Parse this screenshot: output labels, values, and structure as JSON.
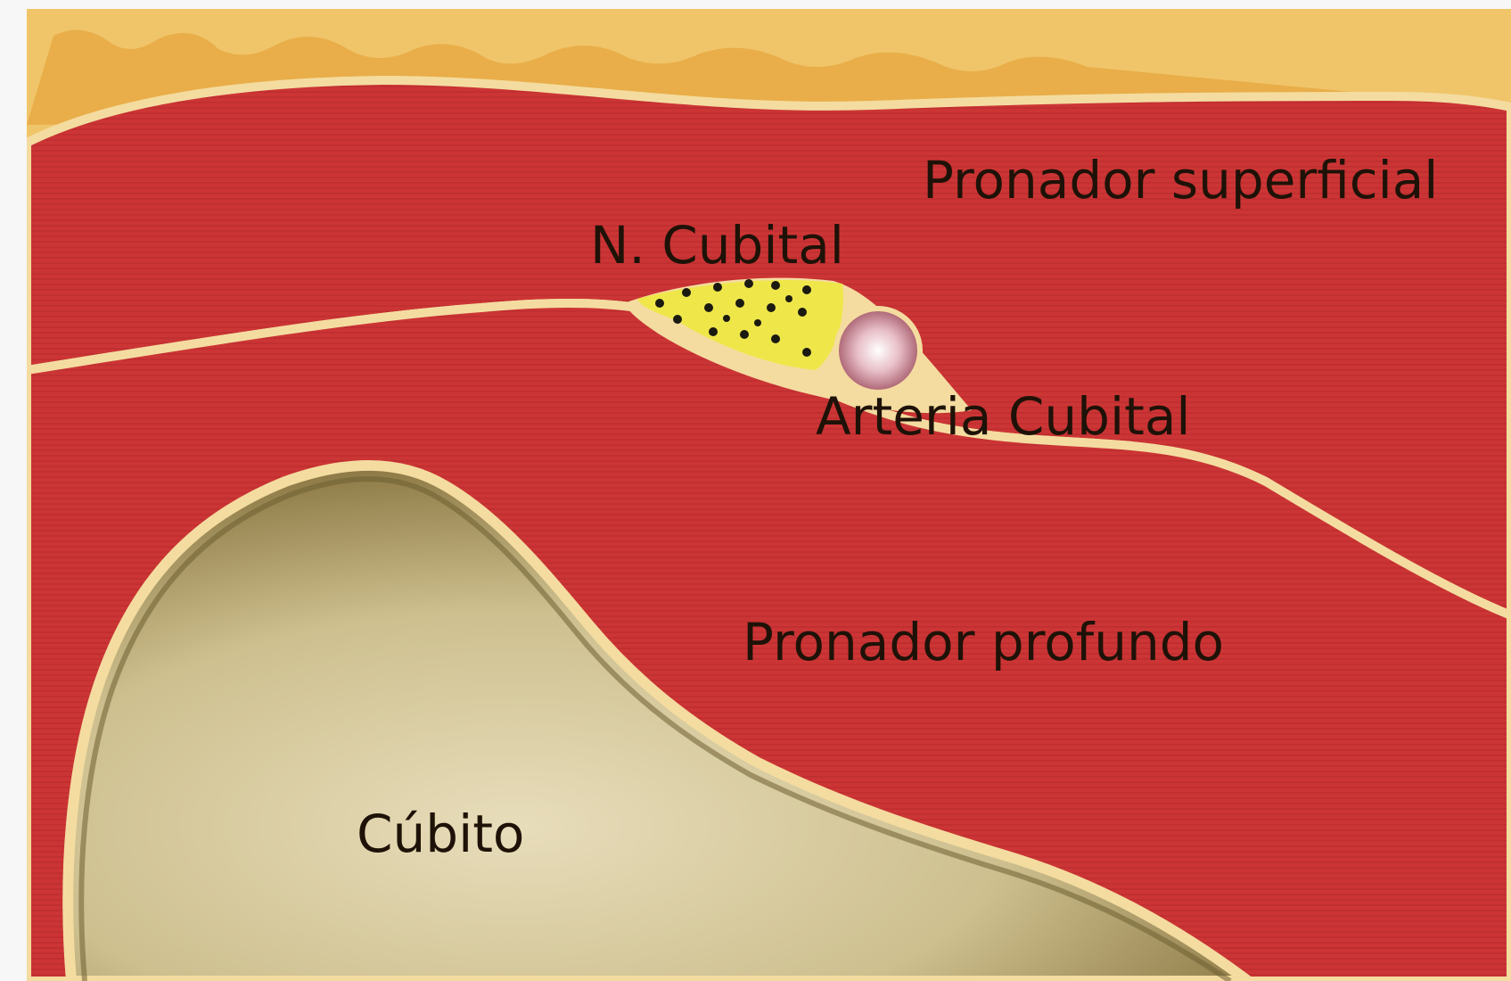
{
  "labels": {
    "pronador_superficial": "Pronador superficial",
    "n_cubital": "N. Cubital",
    "arteria_cubital": "Arteria Cubital",
    "pronador_profundo": "Pronador profundo",
    "cubito": "Cúbito"
  },
  "colors": {
    "background": "#f7f7f7",
    "fat_layer": "#e6ae4c",
    "muscle": "#cc3535",
    "fascia": "#f4dca0",
    "nerve": "#efe64a",
    "artery": "#b86f7f",
    "bone": "#cdbf8e",
    "bone_rim": "#7a6a3c",
    "text": "#1e1208"
  }
}
